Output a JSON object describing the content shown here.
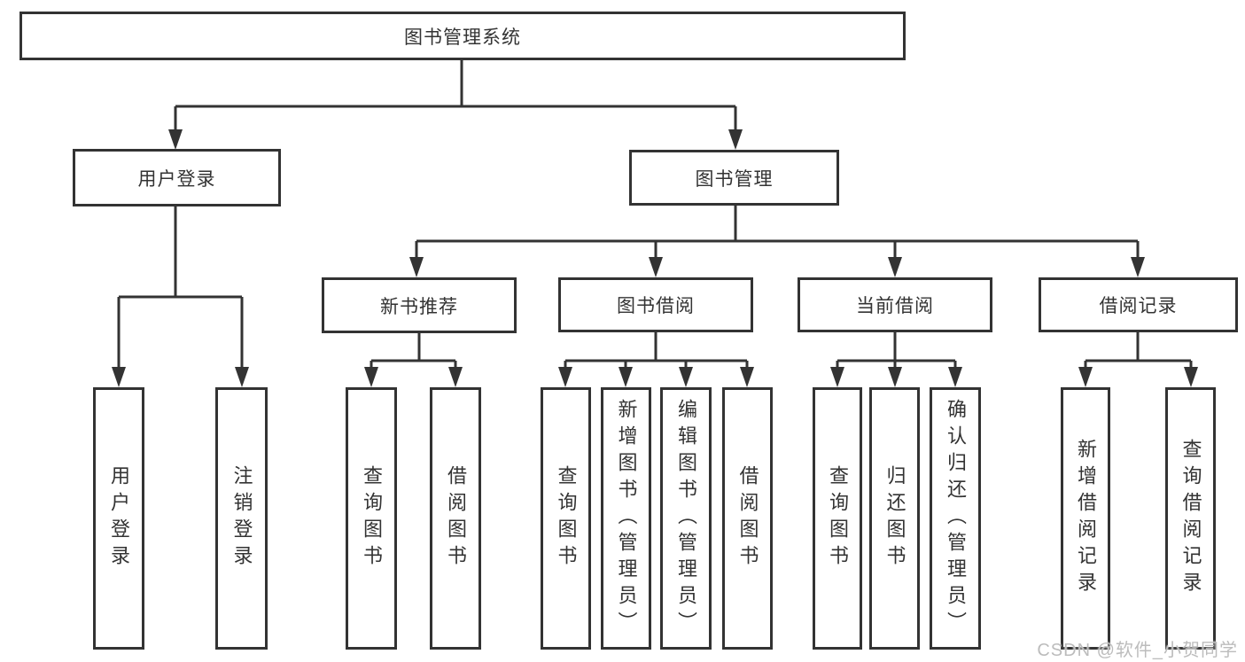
{
  "diagram": {
    "root": {
      "label": "图书管理系统"
    },
    "branches": {
      "user_login": {
        "label": "用户登录",
        "children": {
          "login": "用户登录",
          "logout": "注销登录"
        }
      },
      "book_mgmt": {
        "label": "图书管理",
        "children": {
          "new_book_rec": {
            "label": "新书推荐",
            "children": {
              "query_books": "查询图书",
              "borrow_books": "借阅图书"
            }
          },
          "book_borrow": {
            "label": "图书借阅",
            "children": {
              "query_books": "查询图书",
              "add_books": "新增图书（管理员）",
              "edit_books": "编辑图书（管理员）",
              "borrow_books": "借阅图书"
            }
          },
          "current_borrow": {
            "label": "当前借阅",
            "children": {
              "query_books": "查询图书",
              "return_books": "归还图书",
              "confirm_return": "确认归还（管理员）"
            }
          },
          "borrow_records": {
            "label": "借阅记录",
            "children": {
              "add_record": "新增借阅记录",
              "query_record": "查询借阅记录"
            }
          }
        }
      }
    }
  },
  "watermark": "CSDN @软件_小贺同学",
  "colors": {
    "line": "#333333",
    "text": "#333333",
    "watermark": "#bcbcbc",
    "background": "#ffffff"
  }
}
